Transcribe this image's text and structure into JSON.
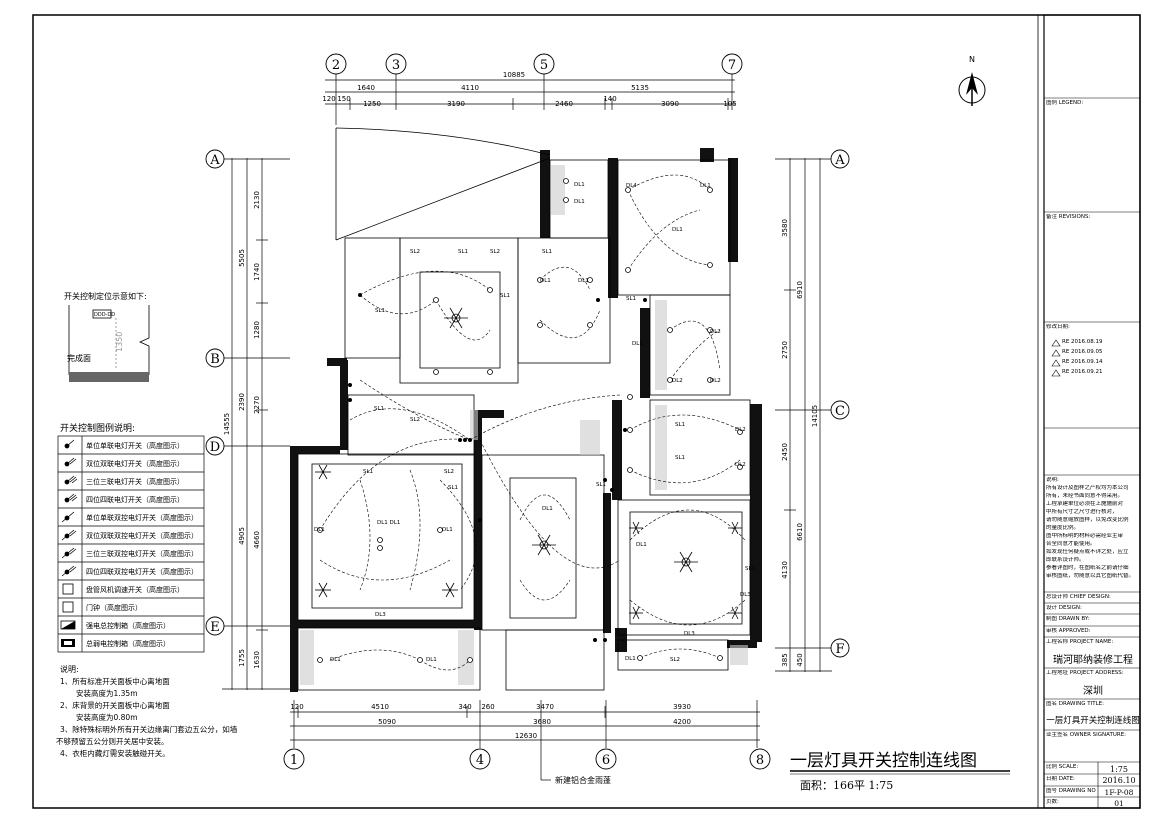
{
  "plan": {
    "title": "一层灯具开关控制连线图",
    "area_scale": "面积：166平 1:75",
    "note_bottom": "新建铝合金雨蓬",
    "compass_label": "N"
  },
  "grid": {
    "top": [
      "2",
      "3",
      "5",
      "7"
    ],
    "bottom": [
      "1",
      "4",
      "6",
      "8"
    ],
    "left": [
      "A",
      "B",
      "D",
      "E"
    ],
    "right": [
      "A",
      "C",
      "F"
    ]
  },
  "dims": {
    "top_total": "10885",
    "top_row1": [
      "1640",
      "4110",
      "5135"
    ],
    "top_row2": [
      "120",
      "150",
      "1250",
      "3190",
      "2460",
      "140",
      "3090",
      "105"
    ],
    "bottom_row1": [
      "120",
      "4510",
      "340",
      "260",
      "3470",
      "3930"
    ],
    "bottom_row2": [
      "5090",
      "3680",
      "4200"
    ],
    "bottom_total": "12630",
    "left_outer": [
      "14555",
      "5505",
      "2390",
      "4905",
      "1755"
    ],
    "left_inner": [
      "2130",
      "1740",
      "1280",
      "2270",
      "4660",
      "1630"
    ],
    "right_outer": [
      "14105",
      "6910",
      "6610",
      "450"
    ],
    "right_inner": [
      "3580",
      "2750",
      "2450",
      "4130",
      "385"
    ]
  },
  "room_labels": {
    "sl1": "SL1",
    "sl2": "SL2",
    "dl1": "DL1",
    "dl2": "DL2",
    "dl3": "DL3",
    "dl4": "DL4",
    "dl1_pair": "DL1 DL1"
  },
  "switch_diagram": {
    "title": "开关控制定位示意如下:",
    "box_label": "DDD-DD",
    "height_label": "1350",
    "floor_label": "完成面"
  },
  "legend": {
    "title": "开关控制图例说明:",
    "items": [
      "单位单联电灯开关（高度图示）",
      "双位双联电灯开关（高度图示）",
      "三位三联电灯开关（高度图示）",
      "四位四联电灯开关（高度图示）",
      "单位单联双控电灯开关（高度图示）",
      "双位双联双控电灯开关（高度图示）",
      "三位三联双控电灯开关（高度图示）",
      "四位四联双控电灯开关（高度图示）",
      "盘管风机调速开关（高度图示）",
      "门钟（高度图示）",
      "强电总控制箱（高度图示）",
      "总弱电控制箱（高度图示）"
    ]
  },
  "notes": {
    "title": "说明:",
    "lines": [
      "1、所有标准开关面板中心离地面",
      "安装高度为1.35m",
      "2、床背景的开关面板中心离地面",
      "安装高度为0.80m",
      "3、除特殊标明外所有开关边缘离门套边五公分，如墙",
      "不够预留五公分则开关居中安装。",
      "4、衣柜内藏灯需安装触碰开关。"
    ]
  },
  "title_block": {
    "legend_label": "图例 LEGEND:",
    "revisions_label": "备注 REVISIONS:",
    "revise_date_label": "修改日期:",
    "revisions": [
      "RE 2016.08.19",
      "RE 2016.09.05",
      "RE 2016.09.14",
      "RE 2016.09.21"
    ],
    "notes_label": "说明:",
    "notes_lines": [
      "所有设计及图样之产权均为本公司",
      "所有，未经书面同意不得采用。",
      "工程承建单位必须在上施施前对",
      "中所有尺寸之尺寸进行核对，",
      "请勿随意缩放图样，以免改变比例",
      "的量度比例。",
      "图中所标明的材料必需经业主审",
      "合全同意才能使用。",
      "如发现任何疑点或不详之处，应立",
      "即联系设计师。",
      "参看详图时，在图纸名之前请仔细",
      "审核图纸，勿随意以其它图纸代替。"
    ],
    "chief_design": "总设计师 CHIEF DESIGN:",
    "design": "设计 DESIGN:",
    "drawn_by": "制图 DRAWN BY:",
    "approved": "审核 APPROVED:",
    "project_name_label": "工程名称 PROJECT NAME:",
    "project_name": "瑞河耶纳装修工程",
    "project_address_label": "工程地址 PROJECT ADDRESS:",
    "project_address": "深圳",
    "drawing_title_label": "图名 DRAWING TITLE:",
    "drawing_title": "一层灯具开关控制连线图",
    "owner_label": "业主签名 OWNER SIGNATURE:",
    "scale_label": "比例 SCALE:",
    "scale": "1:75",
    "date_label": "日期 DATE:",
    "date": "2016.10",
    "drawing_no_label": "图号 DRAWING NO:",
    "drawing_no": "1F-P-08",
    "page_label": "页数:",
    "page": "01"
  }
}
